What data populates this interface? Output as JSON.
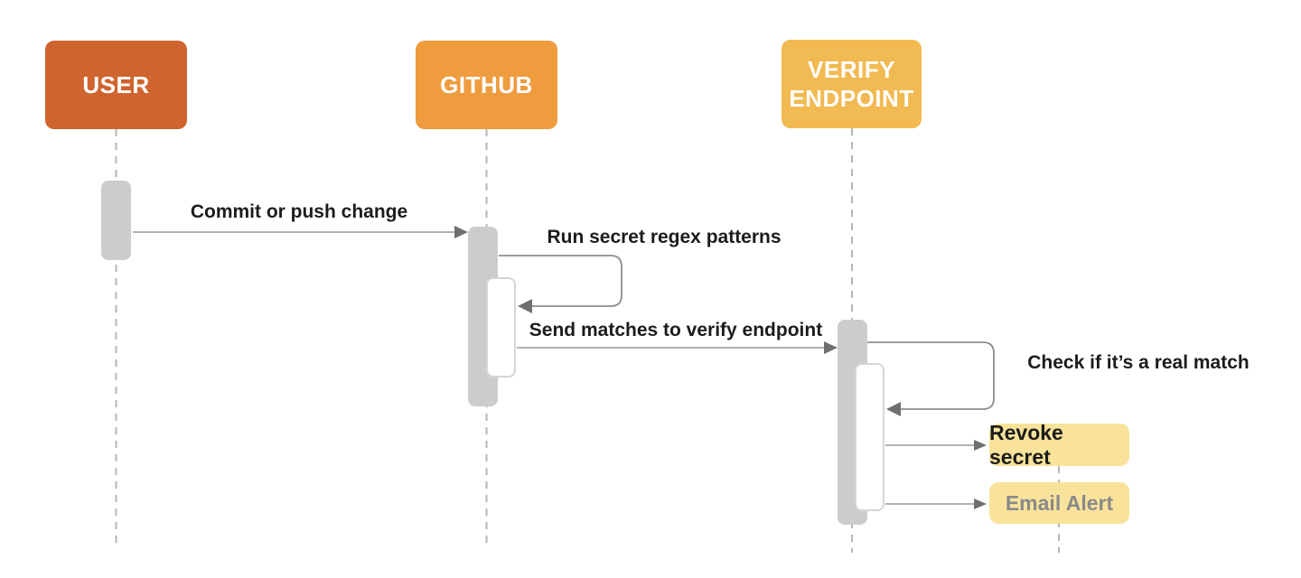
{
  "diagram_type": "sequence-diagram",
  "colors": {
    "bg": "#ffffff",
    "actor-user": "#d0642e",
    "actor-github": "#ef9c3f",
    "actor-verify": "#f1ba52",
    "actor-text": "#ffffff",
    "note-bg": "#f9e39b",
    "note-text": "#1c1c1c",
    "note-muted-text": "#8a8a8a",
    "activation": "#cccccc",
    "activation-border": "#d6d6d6",
    "line": "#999999",
    "arrowhead": "#6f6f6f",
    "lifeline": "#b5b5b5",
    "label": "#1c1c1c"
  },
  "actors": [
    {
      "id": "user",
      "label": "USER"
    },
    {
      "id": "github",
      "label": "GITHUB"
    },
    {
      "id": "verify",
      "label": "VERIFY ENDPOINT"
    }
  ],
  "messages": [
    {
      "label": "Commit or push change",
      "from": "user",
      "to": "github",
      "type": "arrow"
    },
    {
      "label": "Run secret regex patterns",
      "from": "github",
      "to": "github",
      "type": "self-loop"
    },
    {
      "label": "Send matches to verify endpoint",
      "from": "github",
      "to": "verify",
      "type": "arrow"
    },
    {
      "label": "Check if it’s a real match",
      "from": "verify",
      "to": "verify",
      "type": "self-loop"
    }
  ],
  "notes": [
    {
      "label": "Revoke secret",
      "from": "verify",
      "type": "arrow-to-note"
    },
    {
      "label": "Email Alert",
      "from": "verify",
      "type": "arrow-to-note"
    }
  ]
}
